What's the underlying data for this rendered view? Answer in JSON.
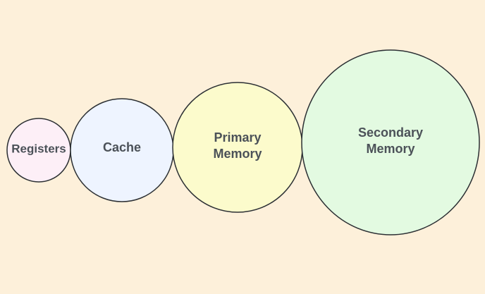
{
  "diagram": {
    "nodes": [
      {
        "id": "registers",
        "label_lines": [
          "Registers"
        ],
        "fill": "#fdeff7"
      },
      {
        "id": "cache",
        "label_lines": [
          "Cache"
        ],
        "fill": "#eef4ff"
      },
      {
        "id": "primary",
        "label_lines": [
          "Primary",
          "Memory"
        ],
        "fill": "#fcfbcc"
      },
      {
        "id": "secondary",
        "label_lines": [
          "Secondary",
          "Memory"
        ],
        "fill": "#e3fae1"
      }
    ]
  },
  "colors": {
    "background": "#fdf0da",
    "stroke": "#2b2f33",
    "text": "#4b5158"
  }
}
